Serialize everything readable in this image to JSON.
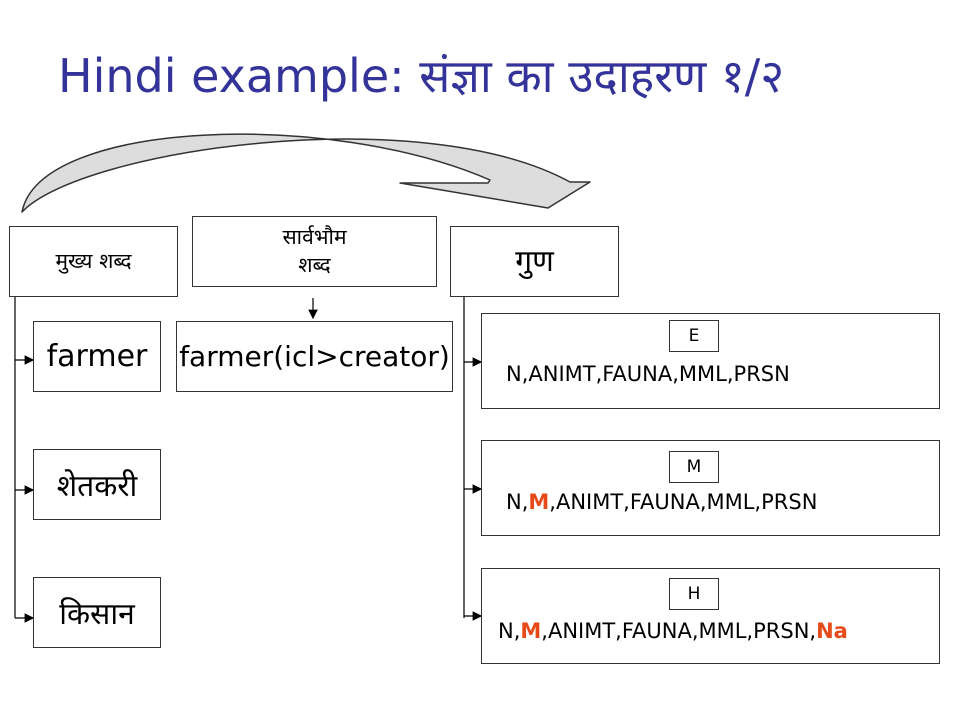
{
  "title": "Hindi example: संज्ञा  का  उदाहरण  १/२",
  "headers": {
    "head_word": "मुख्य  शब्द",
    "universal_word": "सार्वभौम\nशब्द",
    "attributes": "गुण"
  },
  "words": {
    "english": "farmer",
    "marathi": "शेतकरी",
    "hindi": "किसान",
    "uw": "farmer(icl>creator)"
  },
  "attribute_rows": [
    {
      "tag": "E",
      "parts": [
        {
          "text": "N,ANIMT,FAUNA,MML,PRSN",
          "highlight": false
        }
      ]
    },
    {
      "tag": "M",
      "parts": [
        {
          "text": "N,",
          "highlight": false
        },
        {
          "text": "M",
          "highlight": true
        },
        {
          "text": ",ANIMT,FAUNA,MML,PRSN",
          "highlight": false
        }
      ]
    },
    {
      "tag": "H",
      "parts": [
        {
          "text": "N,",
          "highlight": false
        },
        {
          "text": "M",
          "highlight": true
        },
        {
          "text": ",ANIMT,FAUNA,MML,PRSN,",
          "highlight": false
        },
        {
          "text": "Na",
          "highlight": true
        }
      ]
    }
  ],
  "colors": {
    "title": "#333399",
    "highlight": "#e64a19",
    "arrow_fill": "#dddddd"
  }
}
